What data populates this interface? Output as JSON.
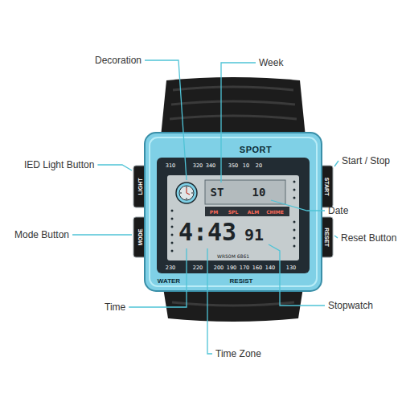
{
  "diagram": {
    "labels": [
      "Decoration",
      "Week",
      "IED Light Button",
      "Start / Stop",
      "Mode Button",
      "Date",
      "Reset Button",
      "Time",
      "Stopwatch",
      "Time Zone",
      "SPORT",
      "310",
      "320",
      "340",
      "350",
      "10",
      "20",
      "LIGHT",
      "START",
      "ST",
      "10",
      "PM",
      "SPL",
      "ALM",
      "CHIME",
      "MODE",
      "RESET",
      "4:43",
      "91",
      "WR50M 6861",
      "230",
      "220",
      "200",
      "190",
      "170",
      "160",
      "140",
      "130",
      "WATER",
      "RESIST"
    ]
  }
}
